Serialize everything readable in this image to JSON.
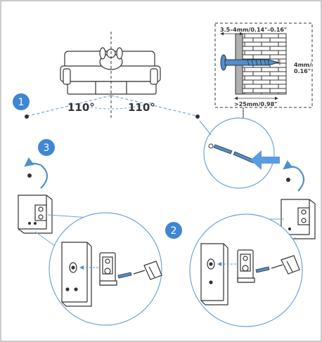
{
  "angles": {
    "left": "110°",
    "right": "110°"
  },
  "steps": {
    "one": "1",
    "two": "2",
    "three": "3"
  },
  "measurements": {
    "depth": "3.5–4mm/0.14\"–0.16\"",
    "diameter_value": "4mm/",
    "diameter_inch": "0.16\"",
    "length": ">25mm/0.98\""
  },
  "colors": {
    "accent": "#4f8fd0",
    "step_circle": "#3f86d4",
    "line": "#333333",
    "arrow": "#5b9be0",
    "dashed": "#6ea3d8"
  },
  "icons": [
    "sofa-icon",
    "listener-icon",
    "wall-bracket-icon",
    "screw-icon",
    "screwdriver-icon",
    "speaker-icon",
    "rotate-arrow-icon",
    "brick-wall-icon"
  ]
}
